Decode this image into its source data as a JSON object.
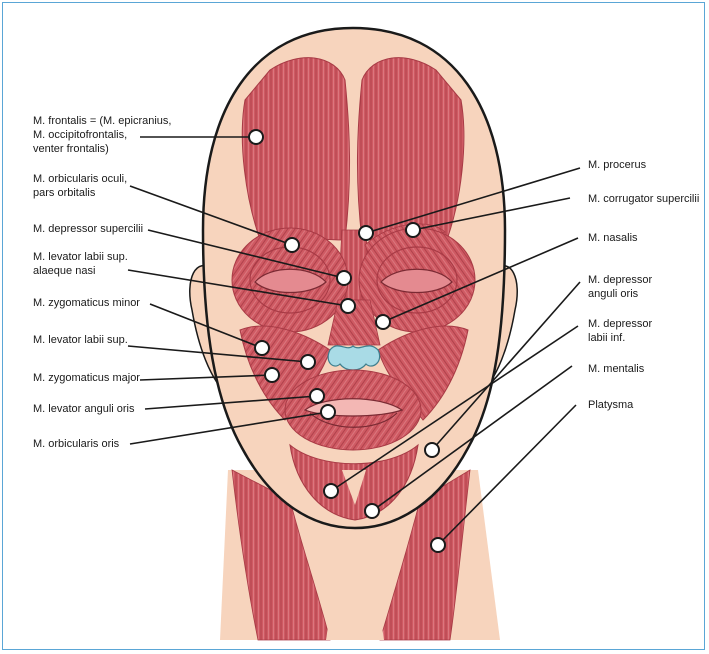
{
  "figure": {
    "colors": {
      "skin": "#f7d4bd",
      "muscle": "#cf5a63",
      "muscle_dark": "#a83a45",
      "muscle_light": "#e48a90",
      "outline": "#1a1a1a",
      "cartilage": "#a9dbe6",
      "frame": "#5aa6d6"
    },
    "labels_left": [
      "M. frontalis = (M. epicranius,\nM. occipitofrontalis,\nventer frontalis)",
      "M. orbicularis oculi,\npars orbitalis",
      "M. depressor supercilii",
      "M. levator labii sup.\nalaeque nasi",
      "M. zygomaticus minor",
      "M. levator labii sup.",
      "M. zygomaticus major",
      "M. levator anguli oris",
      "M. orbicularis oris"
    ],
    "labels_right": [
      "M. procerus",
      "M. corrugator supercilii",
      "M. nasalis",
      "M. depressor\nanguli oris",
      "M. depressor\nlabii inf.",
      "M. mentalis",
      "Platysma"
    ]
  }
}
